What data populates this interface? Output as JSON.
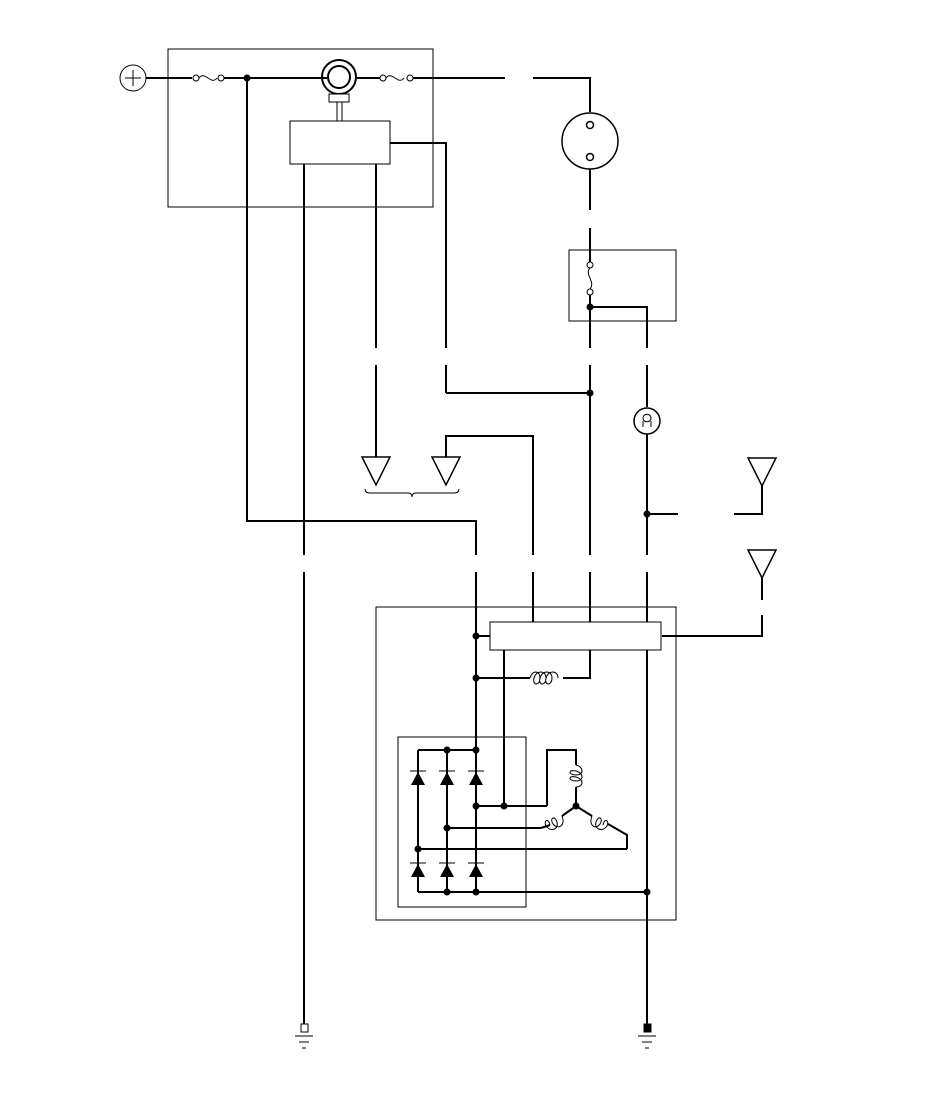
{
  "diagram": {
    "kind": "wiring-schematic",
    "labels": [],
    "components": [
      "battery-positive-terminal",
      "fuse-box",
      "ignition-fuse",
      "charging-fuse",
      "ignition-switch",
      "control-module",
      "indicator-lamp",
      "relay",
      "warning-light-bulb",
      "connector-pair",
      "alternator",
      "voltage-regulator",
      "field-coil",
      "rectifier-bridge",
      "stator-windings",
      "ground-left",
      "ground-right"
    ],
    "colors": {
      "wire": "#000000",
      "background": "#ffffff"
    }
  }
}
